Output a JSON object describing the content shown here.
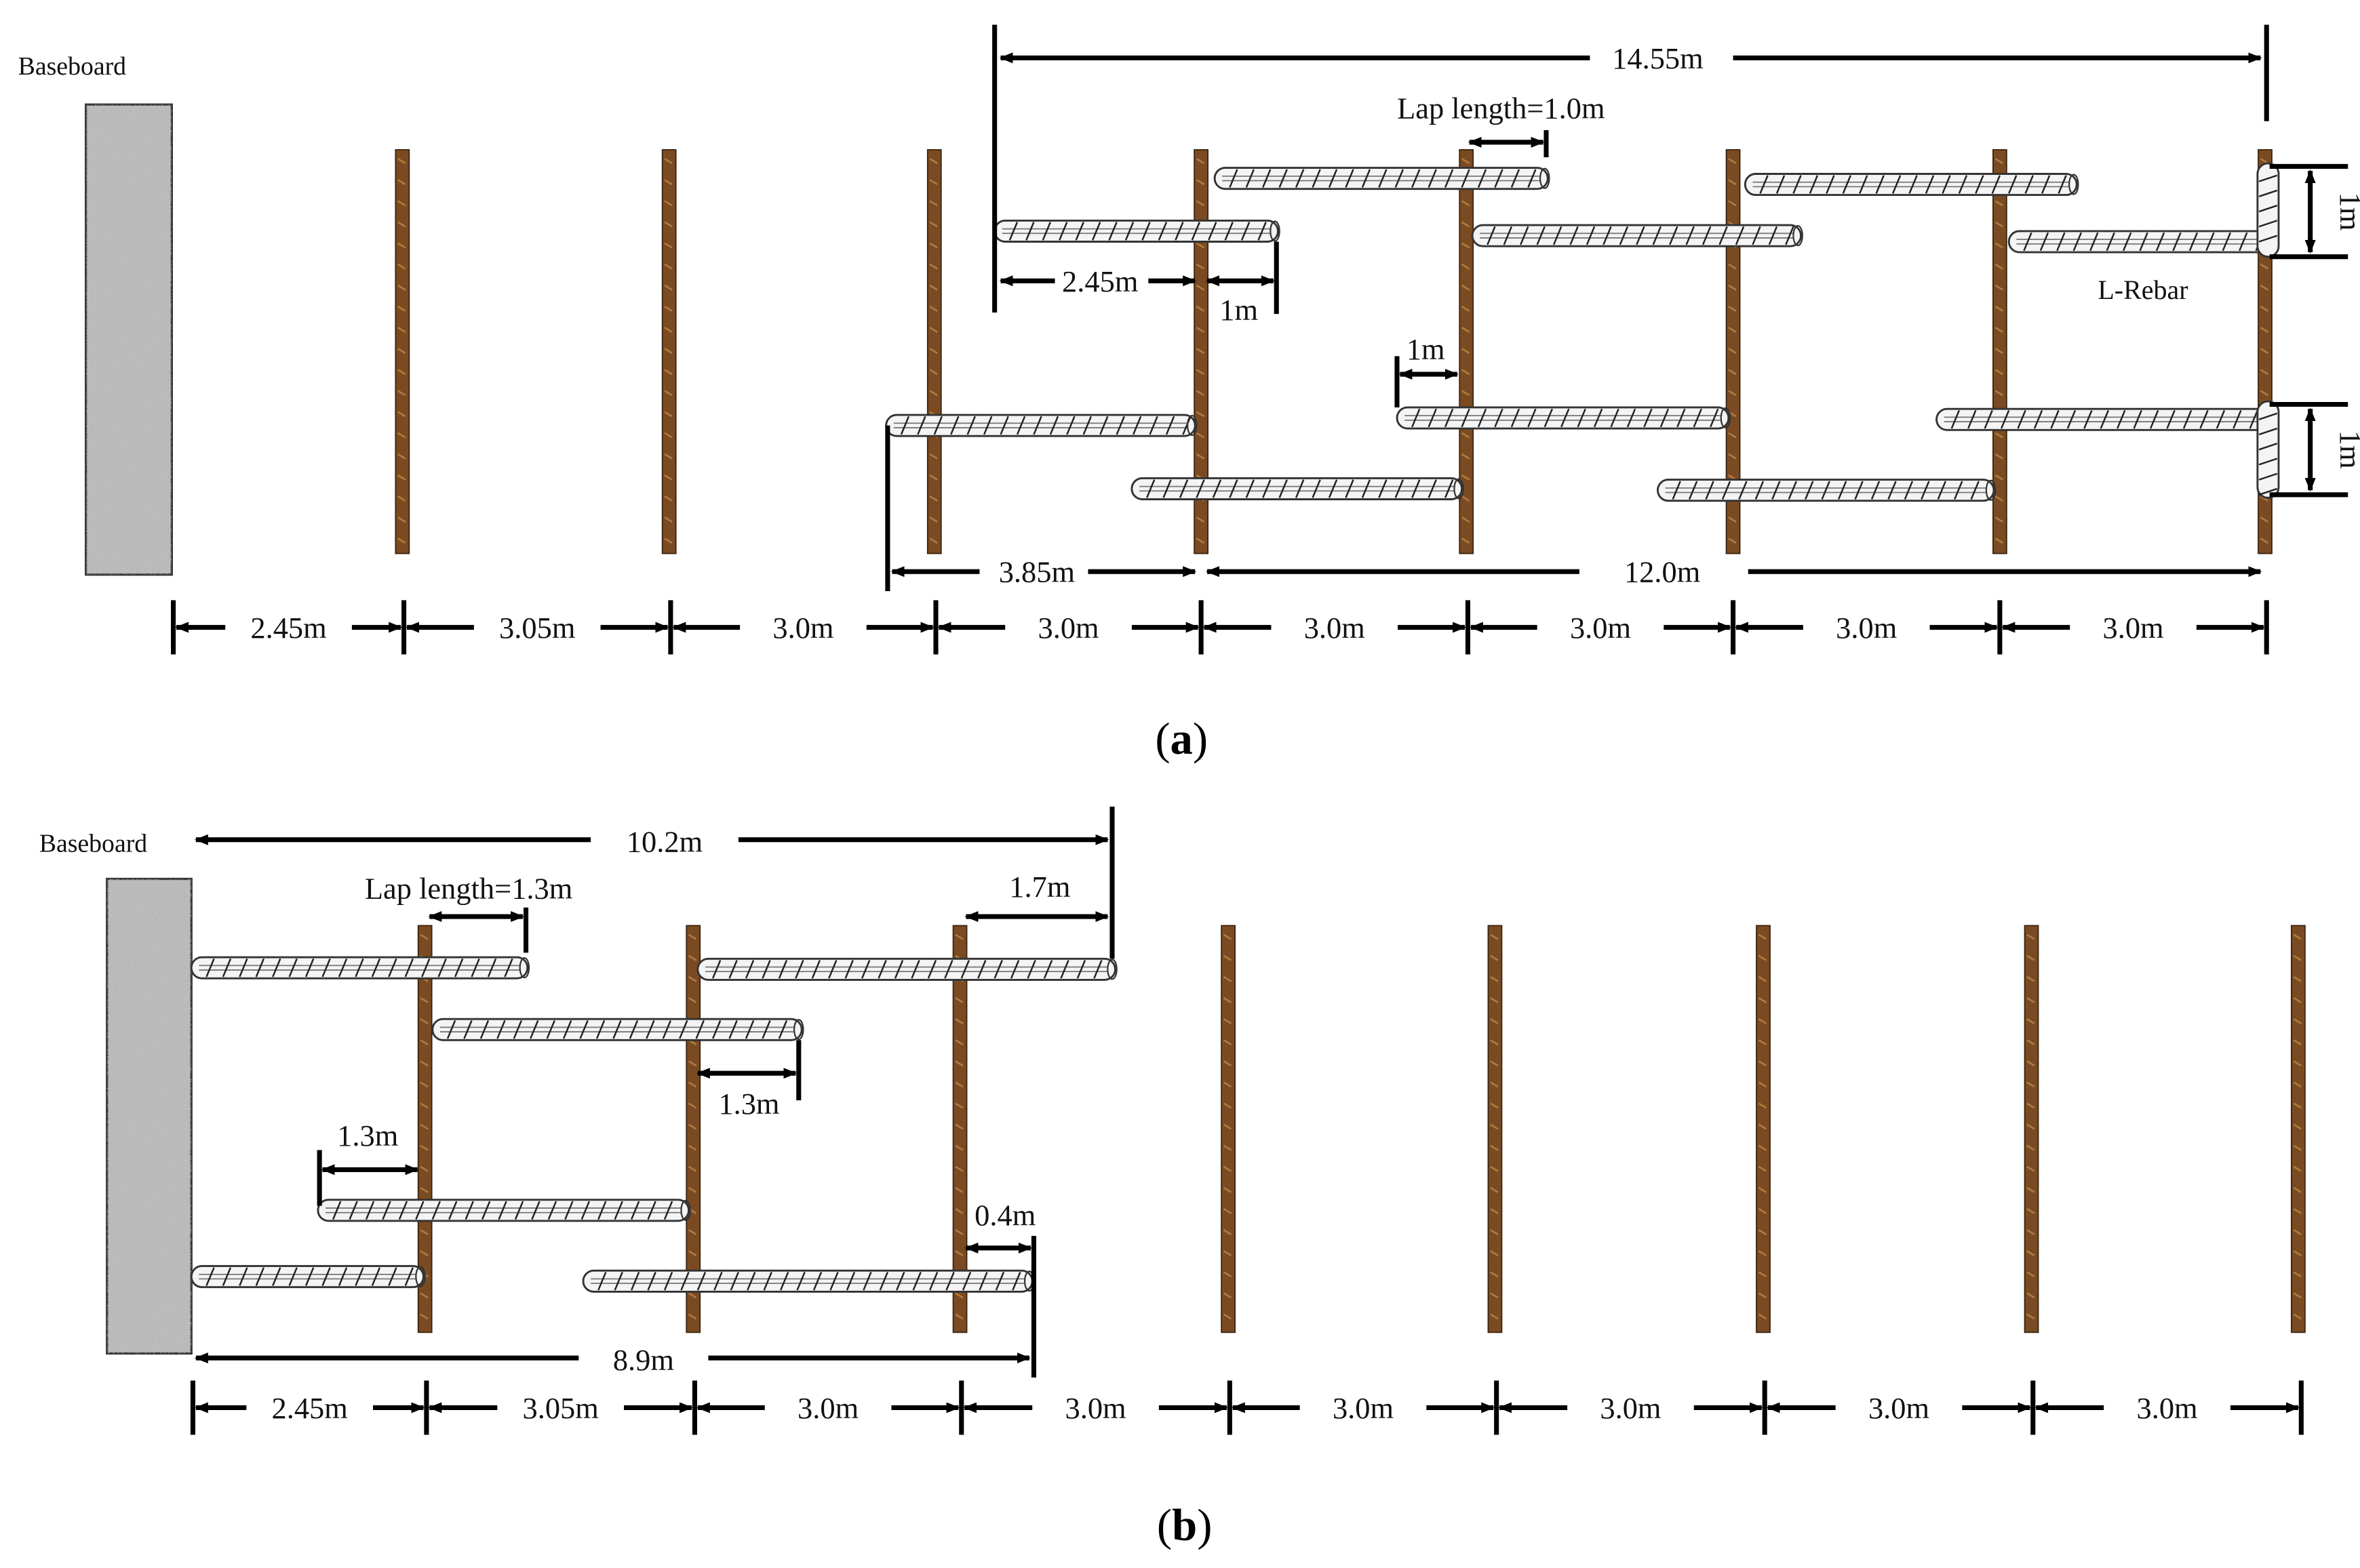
{
  "panel_a": {
    "caption_prefix": "(",
    "caption_letter": "a",
    "caption_suffix": ")",
    "baseboard_label": "Baseboard",
    "total_length": "14.55m",
    "lap_length": "Lap length=1.0m",
    "first_anchor_length": "2.45m",
    "lap_1m_top": "1m",
    "lap_1m_mid": "1m",
    "rebar_label": "L-Rebar",
    "spacing_top": "1m",
    "spacing_bottom": "1m",
    "lower_first_length": "3.85m",
    "lower_rest_length": "12.0m",
    "spacings": [
      "2.45m",
      "3.05m",
      "3.0m",
      "3.0m",
      "3.0m",
      "3.0m",
      "3.0m",
      "3.0m"
    ]
  },
  "panel_b": {
    "caption_prefix": "(",
    "caption_letter": "b",
    "caption_suffix": ")",
    "baseboard_label": "Baseboard",
    "total_length": "10.2m",
    "lap_length": "Lap length=1.3m",
    "end_extension": "1.7m",
    "lap_1_3m_mid": "1.3m",
    "lap_1_3m_left": "1.3m",
    "end_extension_low": "0.4m",
    "lower_total": "8.9m",
    "spacings": [
      "2.45m",
      "3.05m",
      "3.0m",
      "3.0m",
      "3.0m",
      "3.0m",
      "3.0m",
      "3.0m"
    ]
  },
  "colors": {
    "post": "#7a4b22",
    "post_grain": "#b07a3f",
    "baseboard": "#b9b9b9",
    "rebar_fill": "#f4f4f4",
    "rebar_stroke": "#333333"
  }
}
